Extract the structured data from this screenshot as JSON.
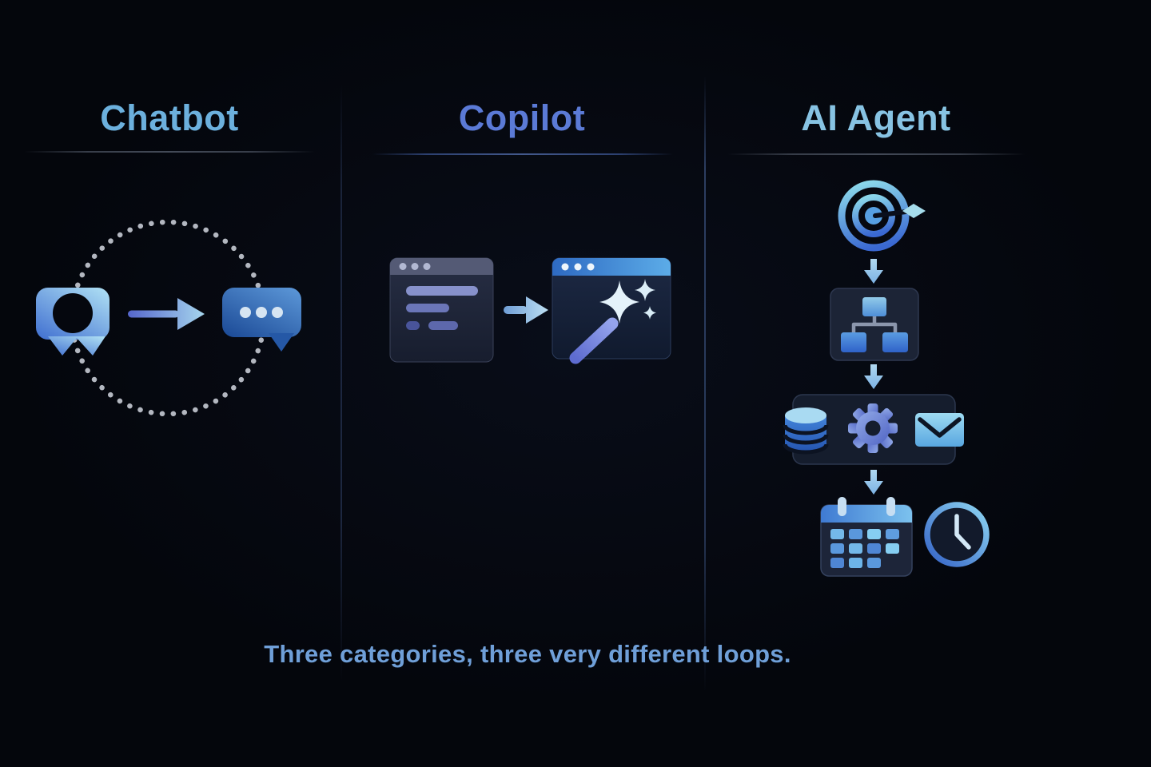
{
  "columns": [
    {
      "label": "Chatbot",
      "icons": [
        "user-message-bubble-icon",
        "flow-arrow-icon",
        "bot-typing-bubble-icon",
        "dotted-loop-circle"
      ]
    },
    {
      "label": "Copilot",
      "icons": [
        "code-editor-window-icon",
        "flow-arrow-icon",
        "magic-wand-window-icon"
      ]
    },
    {
      "label": "AI Agent",
      "icons": [
        "target-goal-icon",
        "down-arrow-icon",
        "plan-flowchart-icon",
        "down-arrow-icon",
        "database-icon",
        "gear-icon",
        "mail-icon",
        "down-arrow-icon",
        "calendar-icon",
        "clock-icon"
      ]
    }
  ],
  "caption": {
    "text": "Three categories, three very different loops."
  },
  "colors": {
    "background": "#04060c",
    "chatbot_title": "#6cb0dd",
    "copilot_title": "#5b7ad6",
    "agent_title": "#87c3e3",
    "caption_text": "#6f9fd8",
    "dotted_circle": "#c2c7cf",
    "icon_light_blue": "#8ecdea",
    "icon_mid_blue": "#4a86d8",
    "icon_deep_blue": "#2352ae",
    "panel_bg": "#151d2d"
  }
}
